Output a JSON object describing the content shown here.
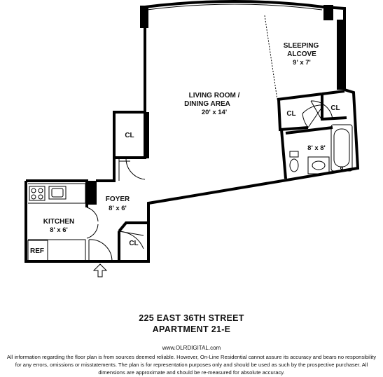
{
  "rooms": {
    "living": {
      "name_line1": "LIVING ROOM /",
      "name_line2": "DINING AREA",
      "dims": "20' x 14'"
    },
    "sleeping": {
      "name_line1": "SLEEPING",
      "name_line2": "ALCOVE",
      "dims": "9' x 7'"
    },
    "closet_label": "CL",
    "bath": {
      "dims": "8' x 8'"
    },
    "foyer": {
      "name": "FOYER",
      "dims": "8' x 6'"
    },
    "kitchen": {
      "name": "KITCHEN",
      "dims": "8' x 6'"
    },
    "ref": "REF"
  },
  "address": {
    "line1": "225 EAST 36TH STREET",
    "line2": "APARTMENT 21-E"
  },
  "footer": {
    "website": "www.OLRDIGITAL.com",
    "disclaimer": "All information regarding the floor plan is from sources deemed reliable.  However, On-Line Residential cannot assure its accuracy and bears no responsibility for any errors, omissions or misstatements.  The plan is for representation purposes only and should be used as such by the prospective purchaser.  All dimensions are approximate and should be re-measured for absolute accuracy."
  }
}
